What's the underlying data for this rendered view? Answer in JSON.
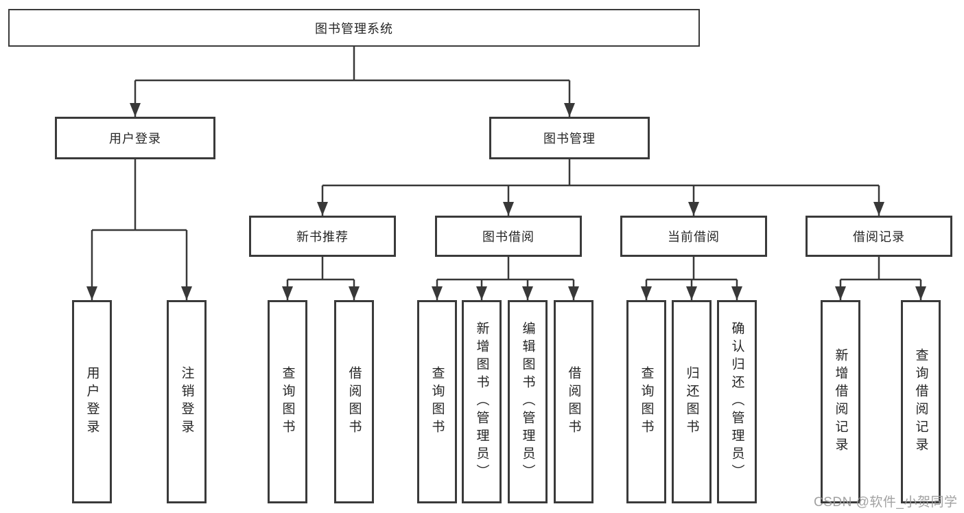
{
  "colors": {
    "line": "#383838",
    "box_border": "#3a3a3a",
    "text": "#262626",
    "background": "#ffffff",
    "watermark": "#999999"
  },
  "watermark": "CSDN @软件_小贺同学",
  "tree": {
    "root": {
      "label": "图书管理系统",
      "children": [
        {
          "label": "用户登录",
          "children": [
            {
              "label": "用户登录"
            },
            {
              "label": "注销登录"
            }
          ]
        },
        {
          "label": "图书管理",
          "children": [
            {
              "label": "新书推荐",
              "children": [
                {
                  "label": "查询图书"
                },
                {
                  "label": "借阅图书"
                }
              ]
            },
            {
              "label": "图书借阅",
              "children": [
                {
                  "label": "查询图书"
                },
                {
                  "label": "新增图书（管理员）"
                },
                {
                  "label": "编辑图书（管理员）"
                },
                {
                  "label": "借阅图书"
                }
              ]
            },
            {
              "label": "当前借阅",
              "children": [
                {
                  "label": "查询图书"
                },
                {
                  "label": "归还图书"
                },
                {
                  "label": "确认归还（管理员）"
                }
              ]
            },
            {
              "label": "借阅记录",
              "children": [
                {
                  "label": "新增借阅记录"
                },
                {
                  "label": "查询借阅记录"
                }
              ]
            }
          ]
        }
      ]
    }
  }
}
